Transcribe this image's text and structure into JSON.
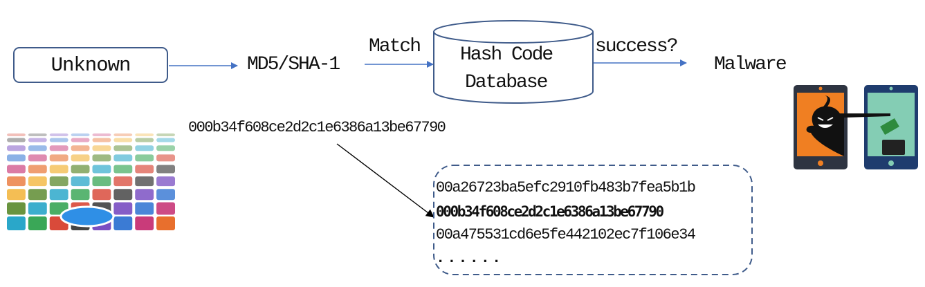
{
  "diagram": {
    "nodes": {
      "unknown": "Unknown",
      "hash_algo": "MD5/SHA-1",
      "database": [
        "Hash Code",
        "Database"
      ],
      "malware": "Malware"
    },
    "edge_labels": {
      "match": "Match",
      "success": "success?"
    },
    "sample_hash": "000b34f608ce2d2c1e6386a13be67790",
    "database_entries": [
      {
        "hash": "00a26723ba5efc2910fb483b7fea5b1b",
        "matched": false
      },
      {
        "hash": "000b34f608ce2d2c1e6386a13be67790",
        "matched": true
      },
      {
        "hash": "00a475531cd6e5fe442102ec7f106e34",
        "matched": false
      },
      {
        "hash": "......",
        "matched": false
      }
    ],
    "images": {
      "apps": "app-store-icons-image",
      "malware": "malware-stealing-money-illustration"
    },
    "colors": {
      "box_border": "#3f5b8a",
      "arrow": "#4472c4",
      "dashed_border": "#3f5b8a",
      "phone_left_screen": "#f07f22",
      "phone_right_screen": "#84cdb4",
      "phone_left_body": "#2e3441",
      "phone_right_body": "#1f3c6e"
    }
  }
}
